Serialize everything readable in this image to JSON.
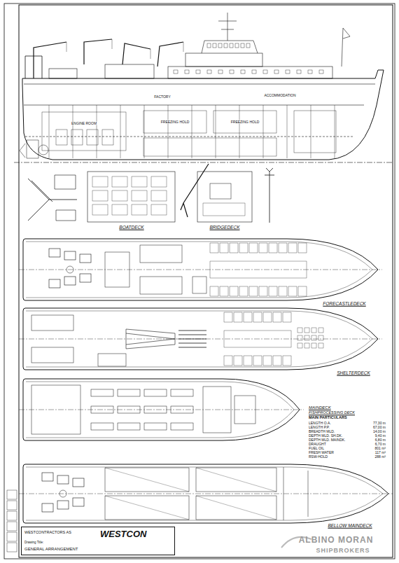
{
  "diagram": {
    "nodes": [
      {
        "text": [
          "WESTCONTRACTORS AS",
          "WESTCON",
          "Drawing Title:",
          "GENERAL ARRANGEMENT"
        ]
      }
    ],
    "labels": [
      "FACTORY",
      "ACCOMMODATION",
      "FREEZING HOLD",
      "FREEZING HOLD",
      "ENGINE ROOM",
      "BOATDECK",
      "BRIDGEDECK",
      "FORECASTLEDECK",
      "SHELTERDECK",
      "MAINDECK",
      "FISHPROCESSING DECK",
      "MAIN PARTICULARS",
      "LENGTH O.A.",
      "77,30 m",
      "LENGTH P.P.",
      "67,00 m",
      "BREADTH MLD.",
      "14,00 m",
      "DEPTH MLD. SH.DK.",
      "9,40 m",
      "DEPTH MLD. MAINDK.",
      "6,80 m",
      "DRAUGHT",
      "6,70 m",
      "FUEL OIL",
      "801 m³",
      "FRESH WATER",
      "117 m³",
      "RSW-HOLD",
      "288 m³",
      "BELLOW MAINDECK",
      "ALBINO MORAN",
      "SHIPBROKERS"
    ]
  }
}
